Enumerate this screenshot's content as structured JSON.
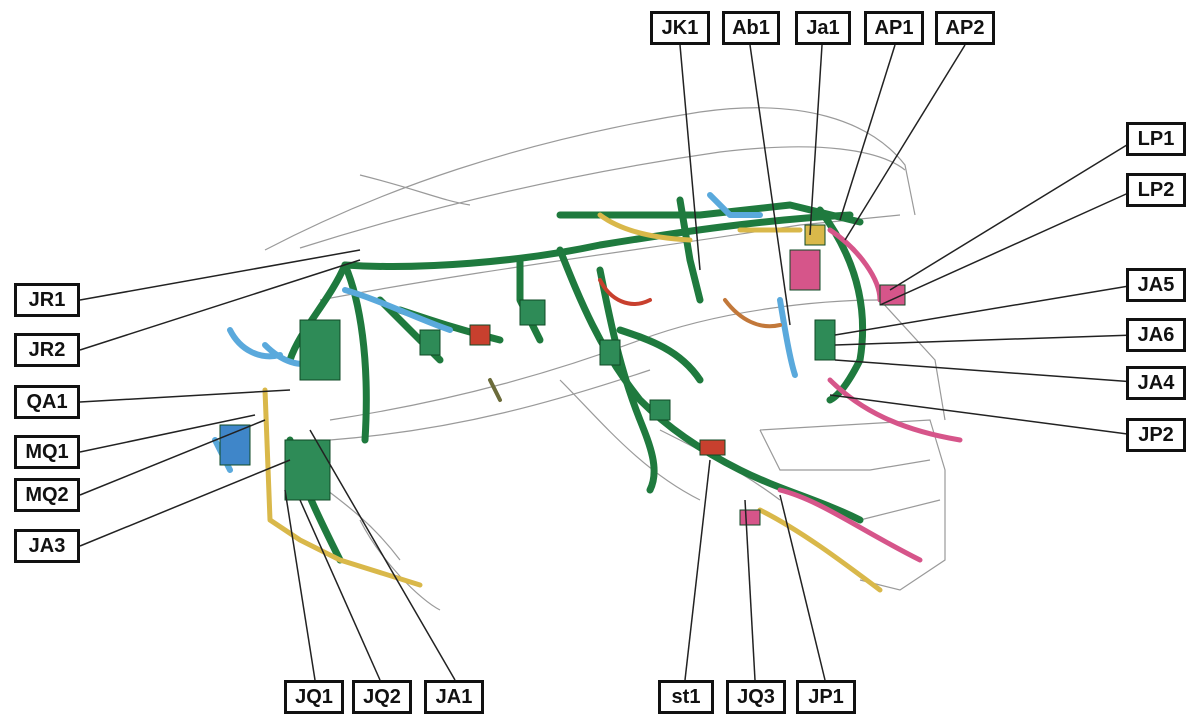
{
  "labels": {
    "JK1": "JK1",
    "Ab1": "Ab1",
    "Ja1": "Ja1",
    "AP1": "AP1",
    "AP2": "AP2",
    "LP1": "LP1",
    "LP2": "LP2",
    "JA5": "JA5",
    "JA6": "JA6",
    "JA4": "JA4",
    "JP2": "JP2",
    "JR1": "JR1",
    "JR2": "JR2",
    "QA1": "QA1",
    "MQ1": "MQ1",
    "MQ2": "MQ2",
    "JA3": "JA3",
    "JQ1": "JQ1",
    "JQ2": "JQ2",
    "JA1": "JA1",
    "st1": "st1",
    "JQ3": "JQ3",
    "JP1": "JP1"
  },
  "colors": {
    "harness_main": "#1f7a3e",
    "harness_blue": "#5aa9dc",
    "harness_yellow": "#d9b84a",
    "harness_pink": "#d6558a",
    "harness_orange": "#c2783a",
    "harness_red": "#c8402e",
    "outline": "#9a9a9a",
    "leader": "#222222"
  }
}
